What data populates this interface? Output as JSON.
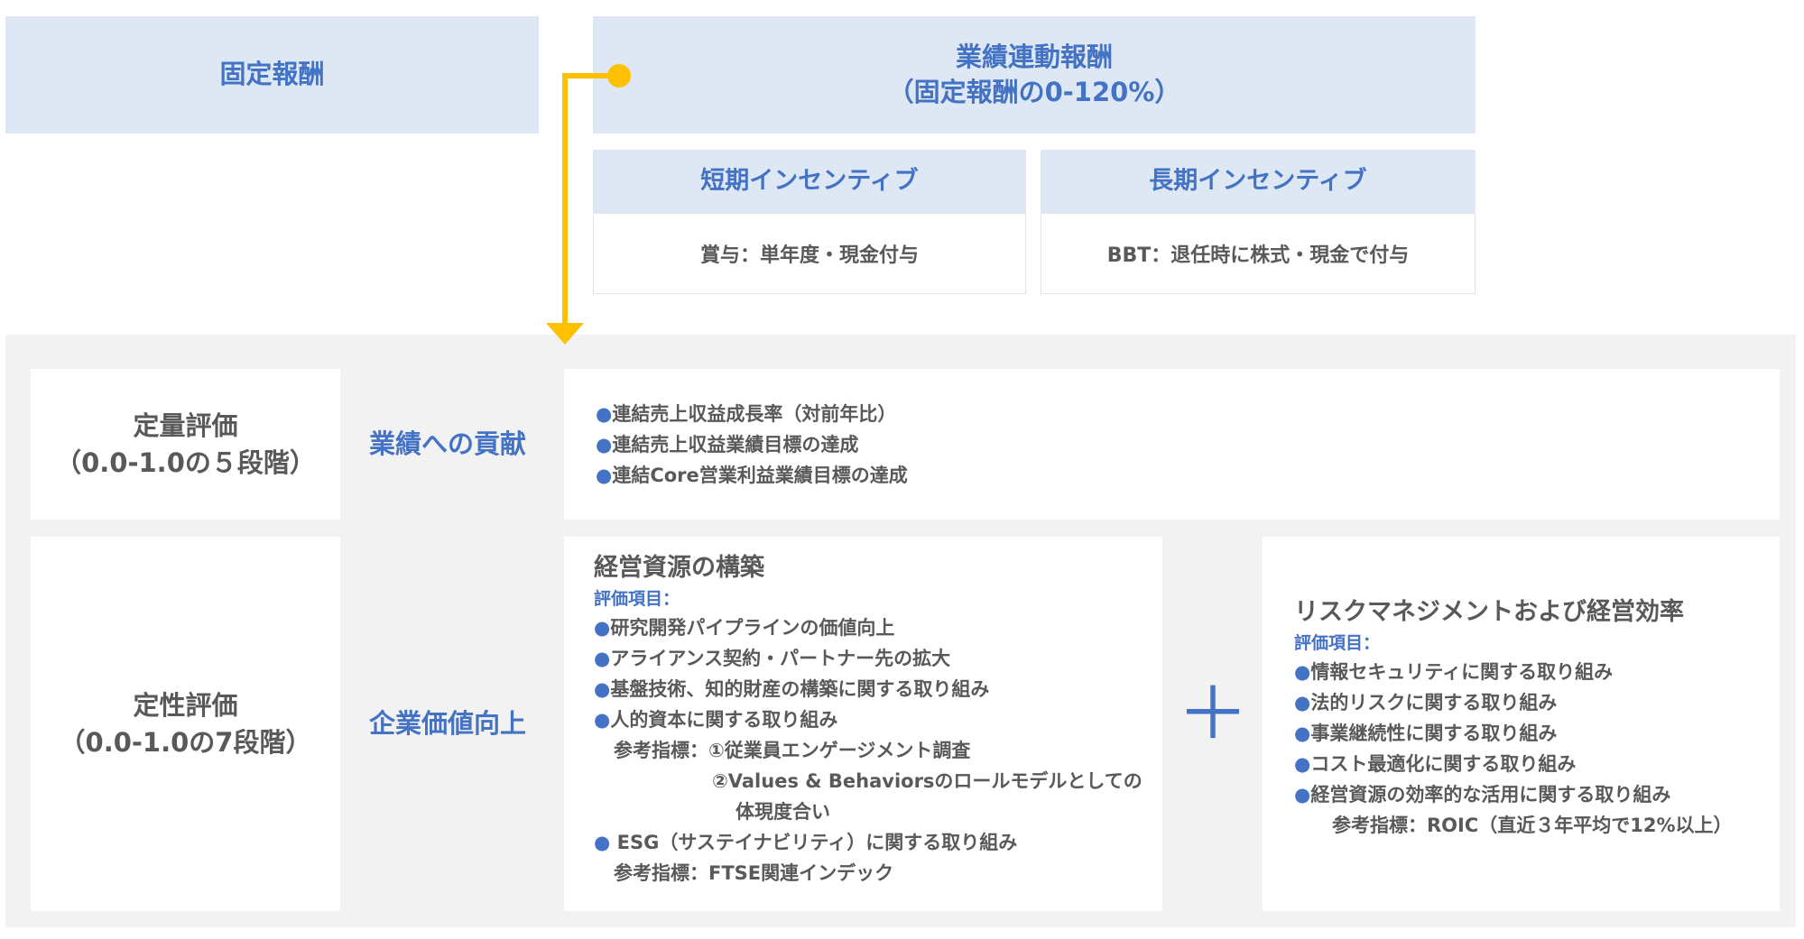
{
  "fixed": {
    "label": "固定報酬"
  },
  "variable": {
    "line1": "業績連動報酬",
    "line2": "（固定報酬の0-120%）"
  },
  "short_term": {
    "title": "短期インセンティブ",
    "desc": "賞与：単年度・現金付与"
  },
  "long_term": {
    "title": "長期インセンティブ",
    "desc": "BBT：退任時に株式・現金で付与"
  },
  "colors": {
    "accent": "#4472c4",
    "arrow": "#ffc000",
    "header_bg": "#dee8f5",
    "panel_bg": "#f2f2f2"
  },
  "quant": {
    "line1": "定量評価",
    "line2": "（0.0-1.0の５段階）",
    "category": "業績への貢献",
    "bullet": "●",
    "items": [
      "連結売上収益成長率（対前年比）",
      "連結売上収益業績目標の達成",
      "連結Core営業利益業績目標の達成"
    ]
  },
  "qual": {
    "line1": "定性評価",
    "line2": "（0.0-1.0の7段階）",
    "category": "企業価値向上",
    "box1": {
      "title": "経営資源の構築",
      "eval_label": "評価項目：",
      "items": [
        "研究開発パイプラインの価値向上",
        "アライアンス契約・パートナー先の拡大",
        "基盤技術、知的財産の構築に関する取り組み",
        "人的資本に関する取り組み"
      ],
      "ref1": "参考指標：①従業員エンゲージメント調査",
      "ref2": "②Values & Behaviorsのロールモデルとしての",
      "ref3": "体現度合い",
      "esg": " ESG（サステイナビリティ）に関する取り組み",
      "ref4": "参考指標：FTSE関連インデック"
    },
    "plus": "＋",
    "box2": {
      "title": "リスクマネジメントおよび経営効率",
      "eval_label": "評価項目：",
      "items": [
        "情報セキュリティに関する取り組み",
        "法的リスクに関する取り組み",
        "事業継続性に関する取り組み",
        "コスト最適化に関する取り組み",
        "経営資源の効率的な活用に関する取り組み"
      ],
      "ref": "参考指標：ROIC（直近３年平均で12%以上）"
    }
  }
}
